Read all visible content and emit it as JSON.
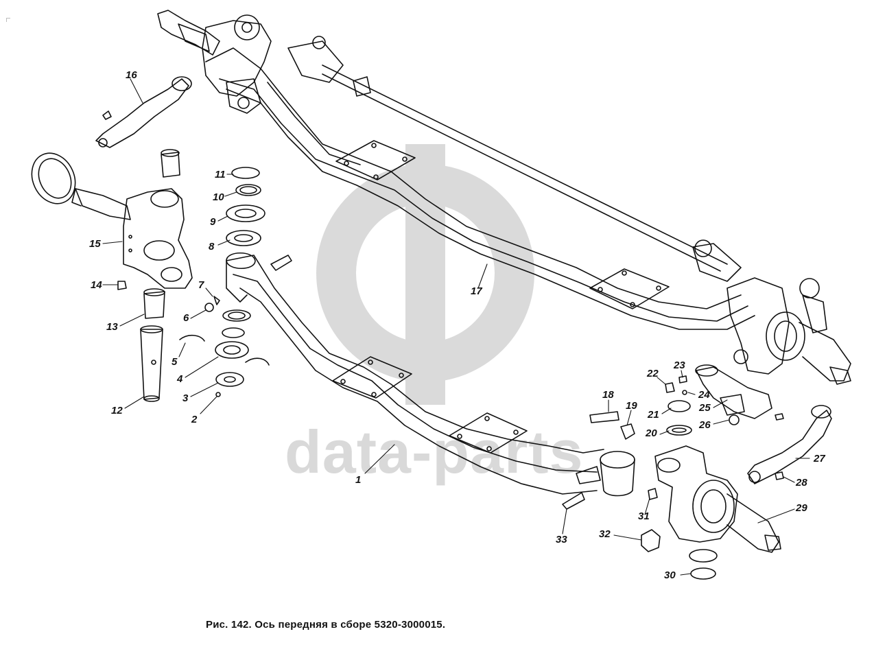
{
  "caption": "Рис. 142. Ось передняя в сборе 5320-3000015.",
  "watermark": {
    "text": "data-parts",
    "logo_icon": "data-parts-logo-icon",
    "color": "#d9d9d9"
  },
  "line_color": "#111111",
  "parts": [
    {
      "number": "1"
    },
    {
      "number": "2"
    },
    {
      "number": "3"
    },
    {
      "number": "4"
    },
    {
      "number": "5"
    },
    {
      "number": "6"
    },
    {
      "number": "7"
    },
    {
      "number": "8"
    },
    {
      "number": "9"
    },
    {
      "number": "10"
    },
    {
      "number": "11"
    },
    {
      "number": "12"
    },
    {
      "number": "13"
    },
    {
      "number": "14"
    },
    {
      "number": "15"
    },
    {
      "number": "16"
    },
    {
      "number": "17"
    },
    {
      "number": "18"
    },
    {
      "number": "19"
    },
    {
      "number": "20"
    },
    {
      "number": "21"
    },
    {
      "number": "22"
    },
    {
      "number": "23"
    },
    {
      "number": "24"
    },
    {
      "number": "25"
    },
    {
      "number": "26"
    },
    {
      "number": "27"
    },
    {
      "number": "28"
    },
    {
      "number": "29"
    },
    {
      "number": "30"
    },
    {
      "number": "31"
    },
    {
      "number": "32"
    },
    {
      "number": "33"
    }
  ]
}
